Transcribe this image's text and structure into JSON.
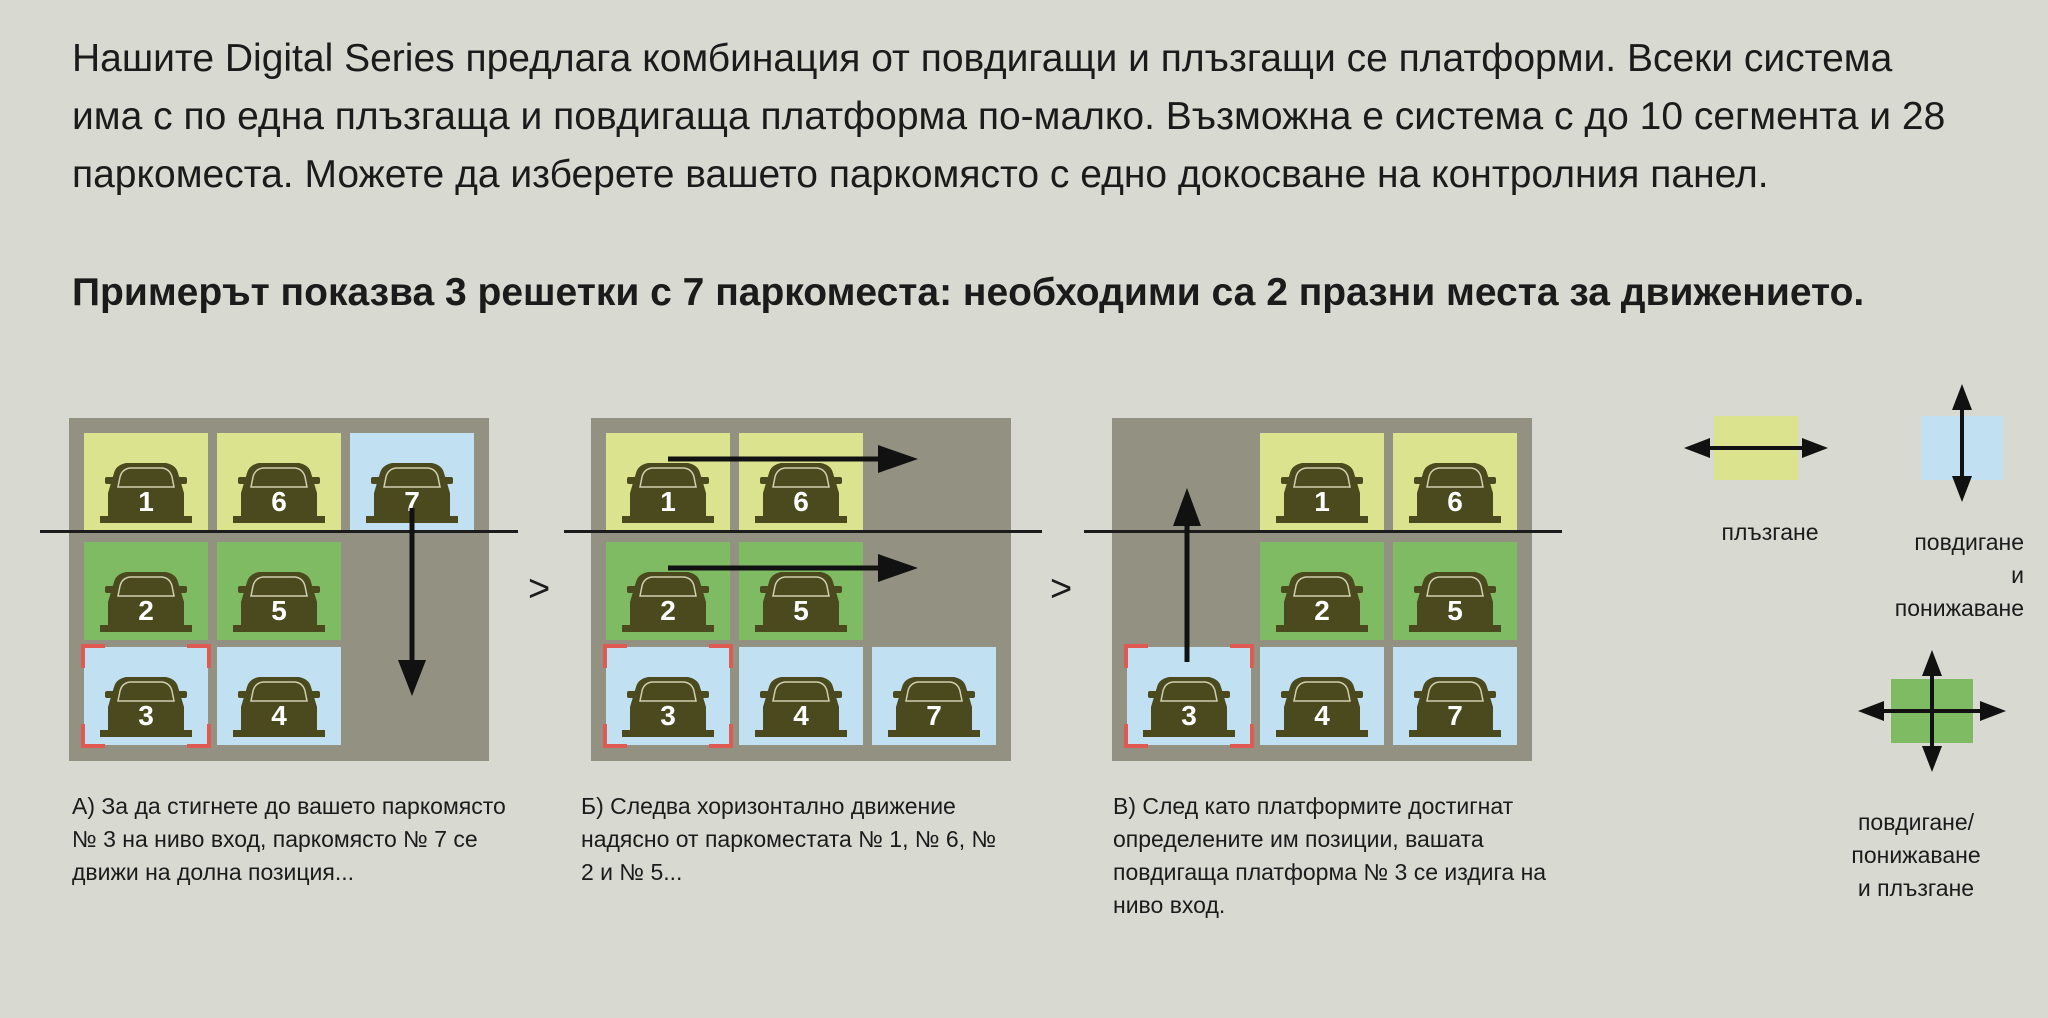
{
  "intro": "Нашите Digital Series предлага комбинация от повдигащи и плъзгащи се платформи. Всеки система има с по една плъзгаща и повдигаща платформа по-малко. Възможна е система с до 10 сегмента и 28 паркоместа. Можете да изберете вашето паркомясто с едно докосване на контролния панел.",
  "headline": "Примерът показва 3 решетки с 7 паркоместа: необходими са 2 празни места за движението.",
  "separators": [
    ">",
    ">"
  ],
  "colors": {
    "background": "#d8d9d0",
    "panel": "#939181",
    "slide": "#dce38f",
    "lift": "#c1e1f3",
    "lift_and_slide": "#7fbb63",
    "car": "#4a4a1e",
    "selected_marker": "#e05a52"
  },
  "steps": [
    {
      "caption": "А) За да стигнете до вашето паркомясто № 3 на ниво вход, паркомясто № 7 се движи на долна позиция...",
      "slots": [
        {
          "number": "1",
          "type": "slide"
        },
        {
          "number": "6",
          "type": "slide"
        },
        {
          "number": "7",
          "type": "lift"
        },
        {
          "number": "2",
          "type": "both"
        },
        {
          "number": "5",
          "type": "both"
        },
        {
          "number": "3",
          "type": "lift",
          "selected": true
        },
        {
          "number": "4",
          "type": "lift"
        }
      ]
    },
    {
      "caption": "Б) Следва хоризонтално движение надясно от паркоместата № 1, № 6, № 2 и № 5...",
      "slots": [
        {
          "number": "1",
          "type": "slide"
        },
        {
          "number": "6",
          "type": "slide"
        },
        {
          "number": "2",
          "type": "both"
        },
        {
          "number": "5",
          "type": "both"
        },
        {
          "number": "3",
          "type": "lift",
          "selected": true
        },
        {
          "number": "4",
          "type": "lift"
        },
        {
          "number": "7",
          "type": "lift"
        }
      ]
    },
    {
      "caption": "В) След като платформите достигнат определените им позиции, вашата повдигаща платформа № 3 се издига на ниво вход.",
      "slots": [
        {
          "number": "1",
          "type": "slide"
        },
        {
          "number": "6",
          "type": "slide"
        },
        {
          "number": "2",
          "type": "both"
        },
        {
          "number": "5",
          "type": "both"
        },
        {
          "number": "3",
          "type": "lift",
          "selected": true
        },
        {
          "number": "4",
          "type": "lift"
        },
        {
          "number": "7",
          "type": "lift"
        }
      ]
    }
  ],
  "legend": {
    "slide": "плъзгане",
    "lift": "повдигане\nи\nпонижаване",
    "both": "повдигане/\nпонижаване\nи плъзгане"
  }
}
